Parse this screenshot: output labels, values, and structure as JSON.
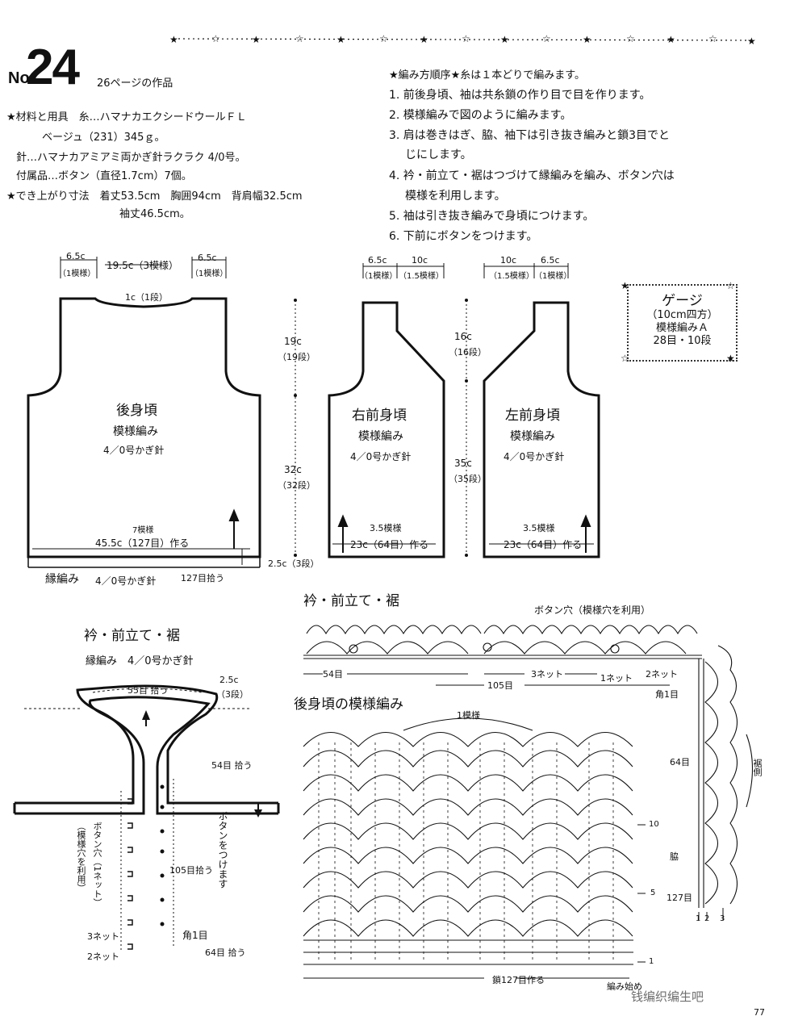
{
  "header": {
    "no_label": "No.",
    "number": "24",
    "page_ref": "26ページの作品"
  },
  "materials": {
    "line1": "★材料と用具　糸…ハマナカエクシードウールＦＬ",
    "line2": "ベージュ（231）345ｇ。",
    "line3": "針…ハマナカアミアミ両かぎ針ラクラク 4/0号。",
    "line4": "付属品…ボタン（直径1.7cm）7個。",
    "line5": "★でき上がり寸法　着丈53.5cm　胸囲94cm　背肩幅32.5cm",
    "line6": "袖丈46.5cm。"
  },
  "steps": {
    "intro": "★編み方順序★糸は１本どりで編みます。",
    "s1": "1. 前後身頃、袖は共糸鎖の作り目で目を作ります。",
    "s2": "2. 模様編みで図のように編みます。",
    "s3a": "3. 肩は巻きはぎ、脇、袖下は引き抜き編みと鎖3目でと",
    "s3b": "じにします。",
    "s4a": "4. 衿・前立て・裾はつづけて縁編みを編み、ボタン穴は",
    "s4b": "模様を利用します。",
    "s5": "5. 袖は引き抜き編みで身頃につけます。",
    "s6": "6. 下前にボタンをつけます。"
  },
  "gauge": {
    "title": "ゲージ",
    "l1": "（10cm四方）",
    "l2": "模様編みＡ",
    "l3": "28目・10段"
  },
  "back": {
    "dim_left_top": "6.5c",
    "dim_left_bot": "（1模様）",
    "dim_mid": "19.5c（3模様）",
    "dim_right_top": "6.5c",
    "dim_right_bot": "（1模様）",
    "neck": "1c（1段）",
    "title": "後身頃",
    "pattern": "模様編み",
    "hook": "4／0号かぎ針",
    "repeat": "7模様",
    "width": "45.5c（127目）作る",
    "border": "縁編み",
    "border_hook": "4／0号かぎ針",
    "pickup": "127目拾う"
  },
  "heights": {
    "h19": "19c",
    "h19b": "（19段）",
    "h32": "32c",
    "h32b": "（32段）",
    "h16": "16c",
    "h16b": "（16段）",
    "h35": "35c",
    "h35b": "（35段）",
    "h25": "2.5c（3段）"
  },
  "right_front": {
    "dim_a_top": "6.5c",
    "dim_a_bot": "（1模様）",
    "dim_b_top": "10c",
    "dim_b_bot": "（1.5模様）",
    "title": "右前身頃",
    "pattern": "模様編み",
    "hook": "4／0号かぎ針",
    "repeat": "3.5模様",
    "width": "23c（64目）作る"
  },
  "left_front": {
    "dim_a_top": "10c",
    "dim_a_bot": "（1.5模様）",
    "dim_b_top": "6.5c",
    "dim_b_bot": "（1模様）",
    "title": "左前身頃",
    "pattern": "模様編み",
    "hook": "4／0号かぎ針",
    "repeat": "3.5模様",
    "width": "23c（64目）作る"
  },
  "collar_left": {
    "title": "衿・前立て・裾",
    "sub": "縁編み　4／0号かぎ針",
    "neck_pick": "55目 拾う",
    "dim": "2.5c",
    "dim_b": "（3段）",
    "side_pick": "54目 拾う",
    "button_note": "ボタンをつけます",
    "buttonhole": "ボタン穴（1ネット）",
    "buttonhole_b": "（模様穴を利用）",
    "front_pick": "105目拾う",
    "net3": "3ネット",
    "net2": "2ネット",
    "corner": "角1目",
    "hem_pick": "64目 拾う"
  },
  "collar_chart": {
    "title": "衿・前立て・裾",
    "buttonhole": "ボタン穴（模様穴を利用）",
    "c54": "54目",
    "c105": "105目",
    "net3": "3ネット",
    "net1": "1ネット",
    "net2": "2ネット",
    "corner": "角1目",
    "c64": "64目",
    "side": "脇",
    "c127": "127目",
    "hem_side": "裾側",
    "rows": [
      "1",
      "2",
      "3"
    ]
  },
  "back_chart": {
    "title": "後身頃の模様編み",
    "repeat": "1模様",
    "row10": "10",
    "row5": "5",
    "row1": "1",
    "chain": "鎖127目作る",
    "start": "編み始め"
  },
  "footer": {
    "page": "77",
    "watermark": "钱编织编生吧"
  }
}
